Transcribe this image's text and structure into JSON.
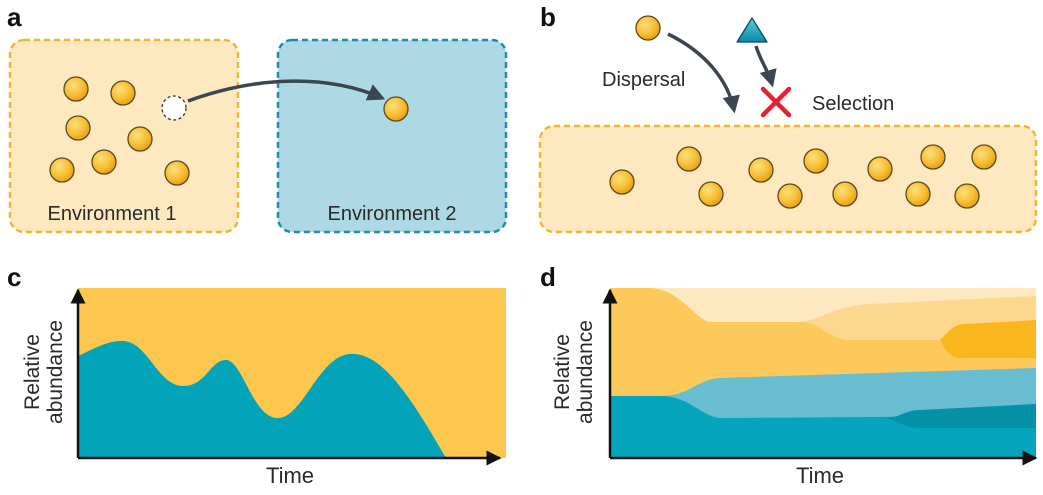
{
  "panels": {
    "a": {
      "letter": "a",
      "env1_label": "Environment 1",
      "env2_label": "Environment 2"
    },
    "b": {
      "letter": "b",
      "dispersal_label": "Dispersal",
      "selection_label": "Selection"
    },
    "c": {
      "letter": "c",
      "xlabel": "Time",
      "ylabel_line1": "Relative",
      "ylabel_line2": "abundance"
    },
    "d": {
      "letter": "d",
      "xlabel": "Time",
      "ylabel_line1": "Relative",
      "ylabel_line2": "abundance"
    }
  },
  "colors": {
    "orange": "#f4b731",
    "light_orange_fill": "#fde8c0",
    "orange_border": "#f2b532",
    "teal_fill": "#aed8e3",
    "teal_border": "#1b8eab",
    "teal": "#03a3ba",
    "arrow": "#3b4650",
    "red_x": "#e22134"
  },
  "icons": {
    "species_marker": "circle",
    "other_species_marker": "triangle",
    "rejection_marker": "x-mark"
  }
}
